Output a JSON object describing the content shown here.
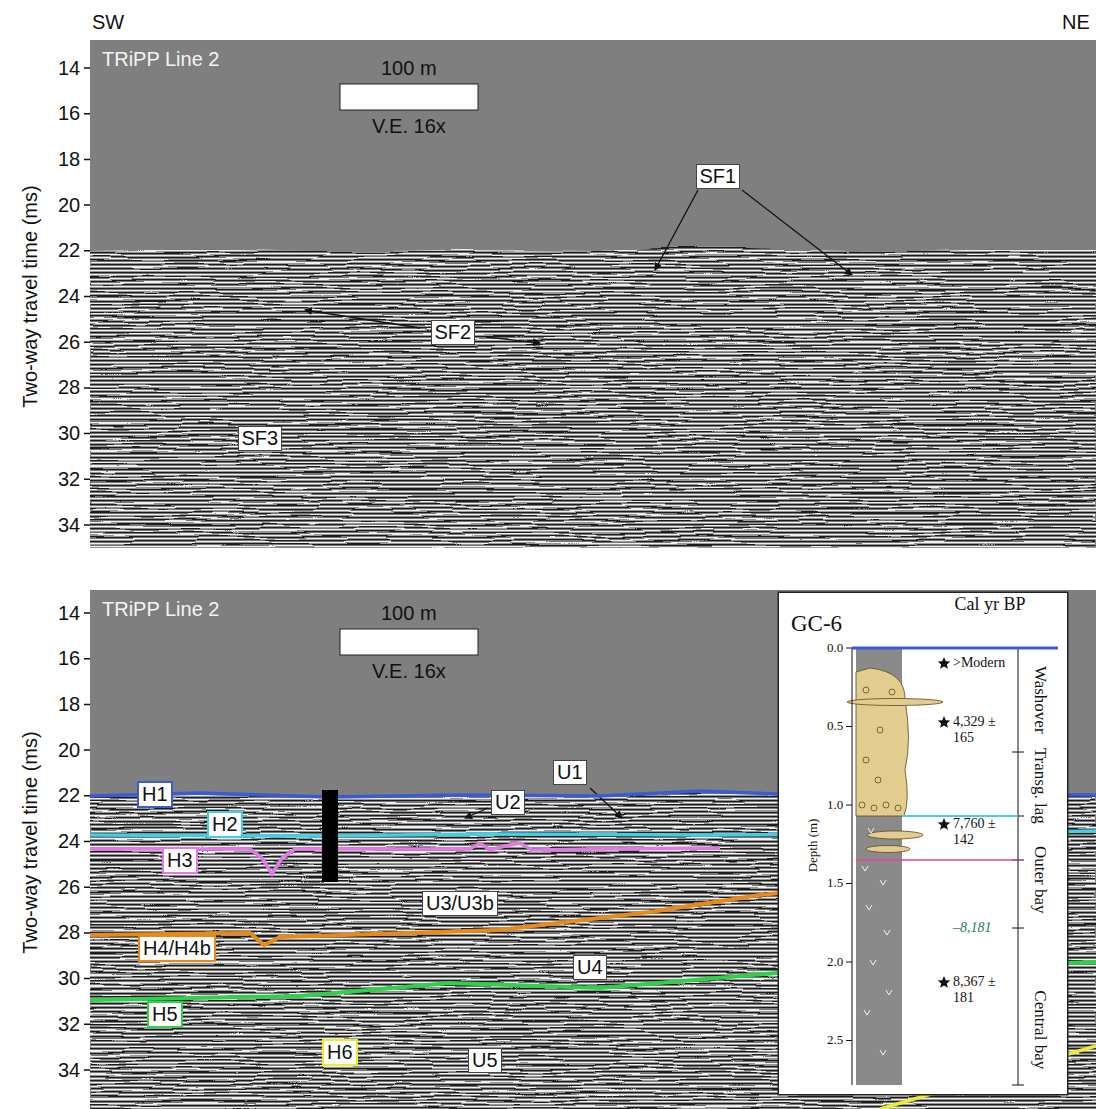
{
  "diagram": {
    "nodes": [
      {
        "text": [
          "TRiPP Line 2"
        ]
      },
      {
        "text": [
          "TRiPP Line 2"
        ]
      },
      {
        "text": [
          "GC-6"
        ],
        "in": 1
      }
    ],
    "labels": [
      "SW",
      "NE",
      "14",
      "16",
      "18",
      "20",
      "22",
      "24",
      "26",
      "28",
      "30",
      "32",
      "34",
      "Two-way travel time (ms)",
      "100 m",
      "V.E. 16x",
      "SF1",
      "SF2",
      "SF3",
      "14",
      "16",
      "18",
      "20",
      "22",
      "24",
      "26",
      "28",
      "30",
      "32",
      "34",
      "Two-way travel time (ms)",
      "100 m",
      "V.E. 16x",
      "H1",
      "U1",
      "U2",
      "H2",
      "H3",
      "U3/U3b",
      "H4/H4b",
      "U4",
      "H5",
      "H6",
      "U5",
      "Cal yr BP",
      "0.0",
      "0.5",
      "1.0",
      "1.5",
      "2.0",
      "2.5",
      "Depth (m)",
      ">Modern",
      "4,329 ± 165",
      "7,760 ± 142",
      "–8,181",
      "8,367 ± 181",
      "Washover",
      "Transg. lag",
      "Outer bay",
      "Central bay"
    ]
  }
}
